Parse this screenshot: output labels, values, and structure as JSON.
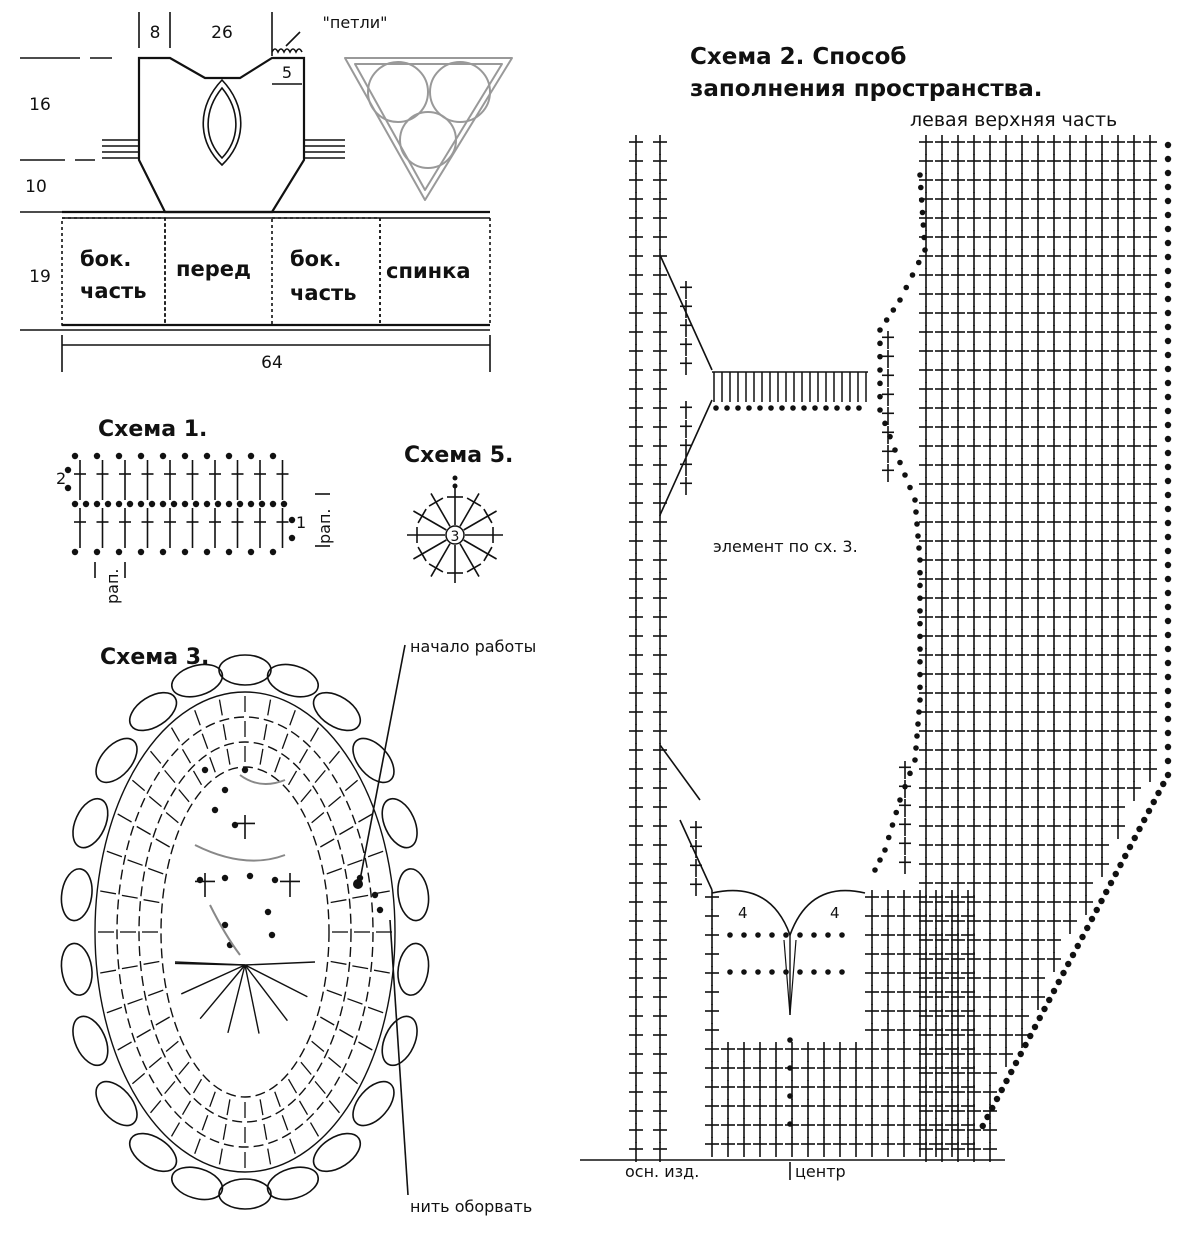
{
  "schematic": {
    "dims": {
      "shoulder": "8",
      "neck": "26",
      "loops_depth": "5",
      "armhole": "16",
      "side": "10",
      "band": "19",
      "width": "64"
    },
    "loops_label": "\"петли\"",
    "panels": [
      "бок.\nчасть",
      "перед",
      "бок.\nчасть",
      "спинка"
    ]
  },
  "scheme1": {
    "title": "Схема 1.",
    "row_a": "2",
    "row_b": "1",
    "rep_h": "рап.",
    "rep_v": "рап."
  },
  "scheme5": {
    "title": "Схема 5.",
    "center": "3"
  },
  "scheme3": {
    "title": "Схема 3.",
    "start": "начало работы",
    "cut": "нить оборвать"
  },
  "scheme2": {
    "title_line1": "Схема 2. Способ",
    "title_line2": "заполнения пространства.",
    "subtitle": "левая верхняя часть",
    "element": "элемент по сх. 3.",
    "num_left": "4",
    "num_right": "4",
    "base": "осн. изд.",
    "center": "центр"
  }
}
